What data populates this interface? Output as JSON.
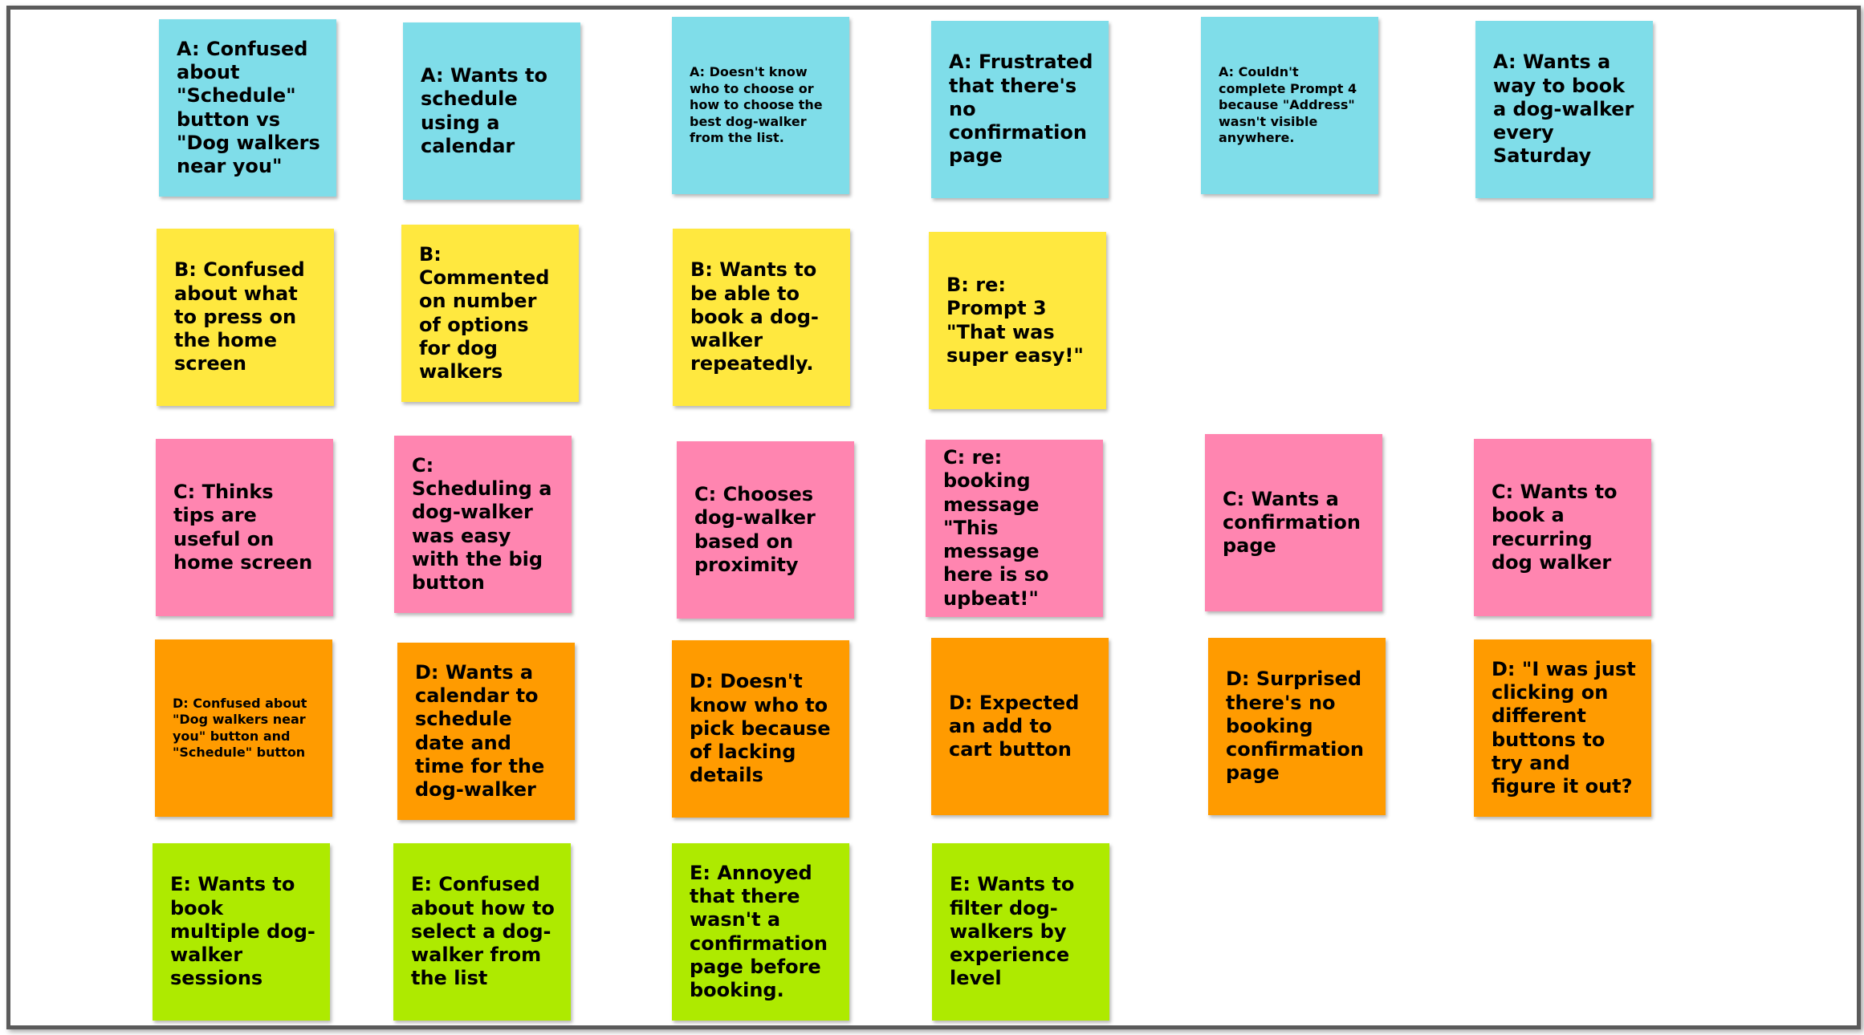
{
  "colors": {
    "A": "#7fdde9",
    "B": "#ffe83f",
    "C": "#ff85b0",
    "D": "#ff9b00",
    "E": "#aeea00"
  },
  "notes": {
    "a1": {
      "group": "A",
      "text": "A: Confused about \"Schedule\" button vs \"Dog walkers near you\""
    },
    "a2": {
      "group": "A",
      "text": "A: Wants to schedule using a calendar"
    },
    "a3": {
      "group": "A",
      "text": "A: Doesn't know who to choose or how to choose the best dog-walker from the list."
    },
    "a4": {
      "group": "A",
      "text": "A: Frustrated that there's no confirmation page"
    },
    "a5": {
      "group": "A",
      "text": "A: Couldn't complete Prompt 4 because \"Address\" wasn't visible anywhere."
    },
    "a6": {
      "group": "A",
      "text": "A: Wants a way to book a dog-walker every Saturday"
    },
    "b1": {
      "group": "B",
      "text": "B: Confused about what to press on the home screen"
    },
    "b2": {
      "group": "B",
      "text": "B: Commented on number of options for dog walkers"
    },
    "b3": {
      "group": "B",
      "text": "B: Wants to be able to book a dog-walker repeatedly."
    },
    "b4": {
      "group": "B",
      "text": "B: re: Prompt 3 \"That was super easy!\""
    },
    "c1": {
      "group": "C",
      "text": "C: Thinks tips are useful on home screen"
    },
    "c2": {
      "group": "C",
      "text": "C: Scheduling a dog-walker was easy with the big button"
    },
    "c3": {
      "group": "C",
      "text": "C: Chooses dog-walker based on proximity"
    },
    "c4": {
      "group": "C",
      "text": "C: re: booking message \"This message here is so upbeat!\""
    },
    "c5": {
      "group": "C",
      "text": "C: Wants a confirmation page"
    },
    "c6": {
      "group": "C",
      "text": "C: Wants to book a recurring dog walker"
    },
    "d1": {
      "group": "D",
      "text": "D: Confused about \"Dog walkers near you\" button and \"Schedule\" button"
    },
    "d2": {
      "group": "D",
      "text": "D: Wants a calendar to schedule date and time for the dog-walker"
    },
    "d3": {
      "group": "D",
      "text": "D: Doesn't know who to pick because of lacking details"
    },
    "d4": {
      "group": "D",
      "text": "D: Expected an add to cart button"
    },
    "d5": {
      "group": "D",
      "text": "D: Surprised there's no booking confirmation page"
    },
    "d6": {
      "group": "D",
      "text": "D: \"I was just clicking on different buttons to try and figure it out?"
    },
    "e1": {
      "group": "E",
      "text": "E: Wants to book multiple dog-walker sessions"
    },
    "e2": {
      "group": "E",
      "text": "E: Confused about how to select a dog-walker from the list"
    },
    "e3": {
      "group": "E",
      "text": "E: Annoyed that there wasn't a confirmation page before booking."
    },
    "e4": {
      "group": "E",
      "text": "E: Wants to filter dog-walkers by experience level"
    }
  }
}
